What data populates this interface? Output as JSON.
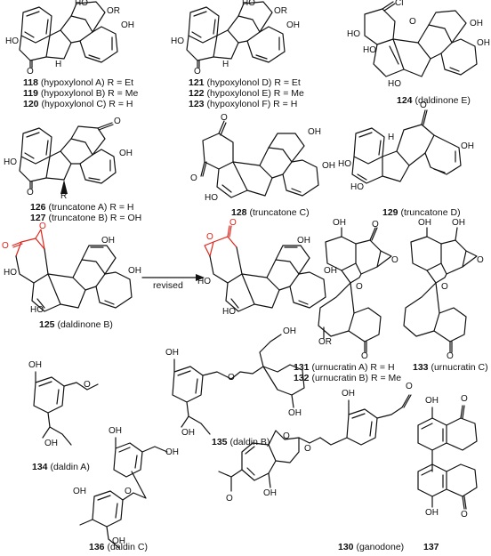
{
  "compounds": [
    {
      "id": "118",
      "name": "(hypoxylonol A)",
      "sub": "R = Et"
    },
    {
      "id": "119",
      "name": "(hypoxylonol B)",
      "sub": "R = Me"
    },
    {
      "id": "120",
      "name": "(hypoxylonol C)",
      "sub": "R = H"
    },
    {
      "id": "121",
      "name": "(hypoxylonol D)",
      "sub": "R = Et"
    },
    {
      "id": "122",
      "name": "(hypoxylonol E)",
      "sub": "R = Me"
    },
    {
      "id": "123",
      "name": "(hypoxylonol F)",
      "sub": "R = H"
    },
    {
      "id": "124",
      "name": "(daldinone E)",
      "sub": ""
    },
    {
      "id": "126",
      "name": "(truncatone A)",
      "sub": "R = H"
    },
    {
      "id": "127",
      "name": "(truncatone B)",
      "sub": "R = OH"
    },
    {
      "id": "128",
      "name": "(truncatone C)",
      "sub": ""
    },
    {
      "id": "129",
      "name": "(truncatone D)",
      "sub": ""
    },
    {
      "id": "125",
      "name": "(daldinone B)",
      "sub": ""
    },
    {
      "id": "131",
      "name": "(urnucratin A)",
      "sub": "R = H"
    },
    {
      "id": "132",
      "name": "(urnucratin B)",
      "sub": "R = Me"
    },
    {
      "id": "133",
      "name": "(urnucratin C)",
      "sub": ""
    },
    {
      "id": "134",
      "name": "(daldin A)",
      "sub": ""
    },
    {
      "id": "135",
      "name": "(daldin B)",
      "sub": ""
    },
    {
      "id": "136",
      "name": "(daldin C)",
      "sub": ""
    },
    {
      "id": "130",
      "name": "(ganodone)",
      "sub": ""
    },
    {
      "id": "137",
      "name": "",
      "sub": ""
    }
  ],
  "arrow_label": "revised",
  "atoms": {
    "OH": "OH",
    "HO": "HO",
    "O": "O",
    "OR": "OR",
    "Cl": "Cl",
    "H": "H",
    "R": "R"
  },
  "colors": {
    "ink": "#111111",
    "highlight": "#e0251b"
  }
}
